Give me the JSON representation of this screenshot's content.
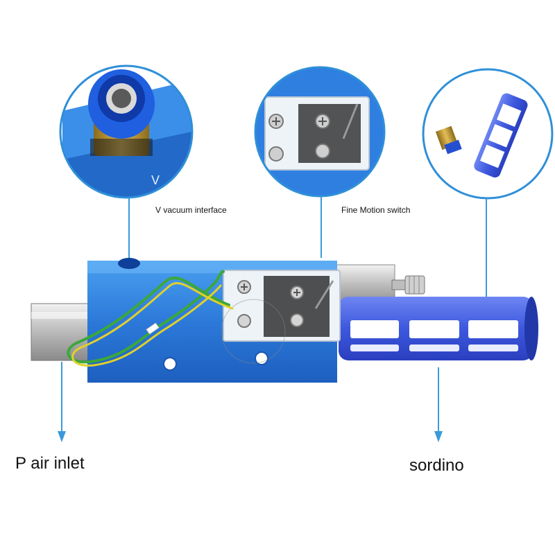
{
  "labels": {
    "vacuum_interface": "V vacuum interface",
    "fine_motion_switch": "Fine Motion switch",
    "air_inlet": "P air inlet",
    "sordino": "sordino"
  },
  "callout_letters": {
    "v_mark": "V"
  },
  "colors": {
    "callout_ring": "#2f8fd8",
    "arrow": "#3a9ad9",
    "body_blue": "#2e78d8",
    "silencer_blue": "#3f5fe0",
    "wire_green": "#3ba83b",
    "wire_yellow": "#e2d02a",
    "brass": "#c69a2d"
  }
}
